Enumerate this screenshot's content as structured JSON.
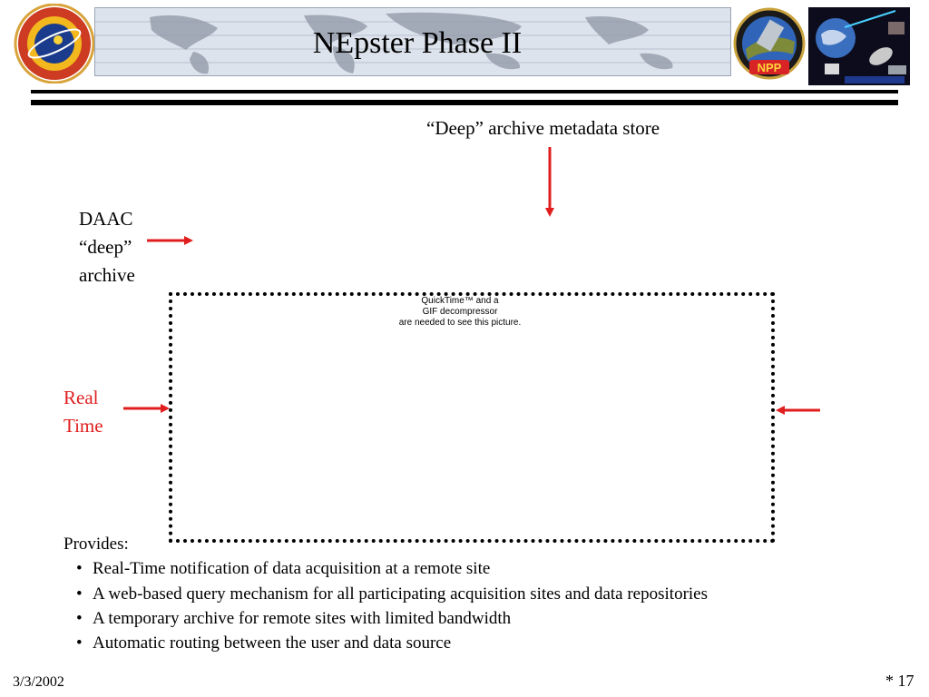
{
  "header": {
    "title": "NEpster Phase II",
    "logos": {
      "left": "nasa-meatball-logo",
      "center": "npp-mission-logo",
      "right": "realtime-direct-readout-logo"
    },
    "npp_badge_text": "NPP"
  },
  "diagram": {
    "metadata_store_label": "“Deep” archive metadata store",
    "daac_label_lines": [
      "DAAC",
      "“deep”",
      "archive"
    ],
    "realtime_label_lines": [
      "Real",
      "Time"
    ],
    "placeholder_lines": [
      "QuickTime™ and a",
      "GIF decompressor",
      "are needed to see this picture."
    ],
    "arrow_color": "#e01e1e"
  },
  "provides": {
    "heading": "Provides:",
    "bullet_symbol": "•",
    "items": [
      "Real-Time notification of data acquisition at a remote site",
      "A web-based query mechanism for all participating acquisition sites and data repositories",
      "A temporary archive for remote sites with limited bandwidth",
      "Automatic routing between the user and data source"
    ]
  },
  "footer": {
    "date": "3/3/2002",
    "slide_number": "* 17"
  }
}
